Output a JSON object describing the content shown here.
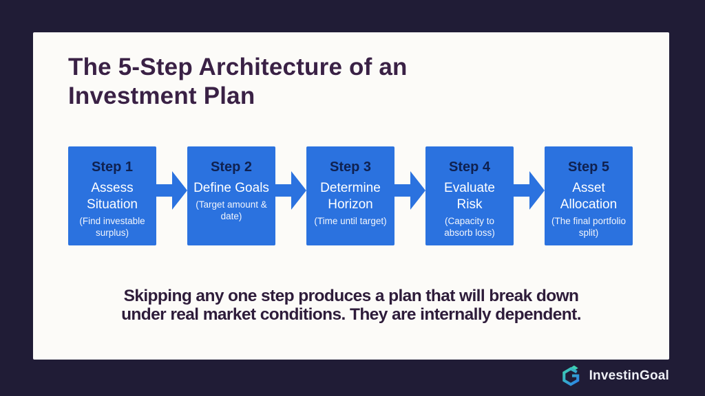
{
  "title": {
    "line1": "The 5-Step Architecture of an",
    "line2": "Investment Plan"
  },
  "steps": [
    {
      "label": "Step 1",
      "name": "Assess Situation",
      "detail": "(Find investable surplus)"
    },
    {
      "label": "Step 2",
      "name": "Define Goals",
      "detail": "(Target amount & date)"
    },
    {
      "label": "Step 3",
      "name": "Determine Horizon",
      "detail": "(Time until target)"
    },
    {
      "label": "Step 4",
      "name": "Evaluate Risk",
      "detail": "(Capacity to absorb loss)"
    },
    {
      "label": "Step 5",
      "name": "Asset Allocation",
      "detail": "(The final portfolio split)"
    }
  ],
  "caption": {
    "line1": "Skipping any one step produces a plan that will break down",
    "line2": "under real market conditions. They are internally dependent."
  },
  "brand": {
    "name": "InvestinGoal"
  },
  "colors": {
    "outer_background": "#201c36",
    "card_background": "#fcfbf8",
    "step_box_blue": "#2b72df",
    "step_label_navy": "#0f2150",
    "title_purple": "#3a2145",
    "caption_purple": "#2e1c3a",
    "logo_teal": "#3ecfb2",
    "logo_blue": "#2b7fe8"
  },
  "icons": {
    "arrow": "right-arrow",
    "brand": "investingoal-hexagon-g"
  }
}
